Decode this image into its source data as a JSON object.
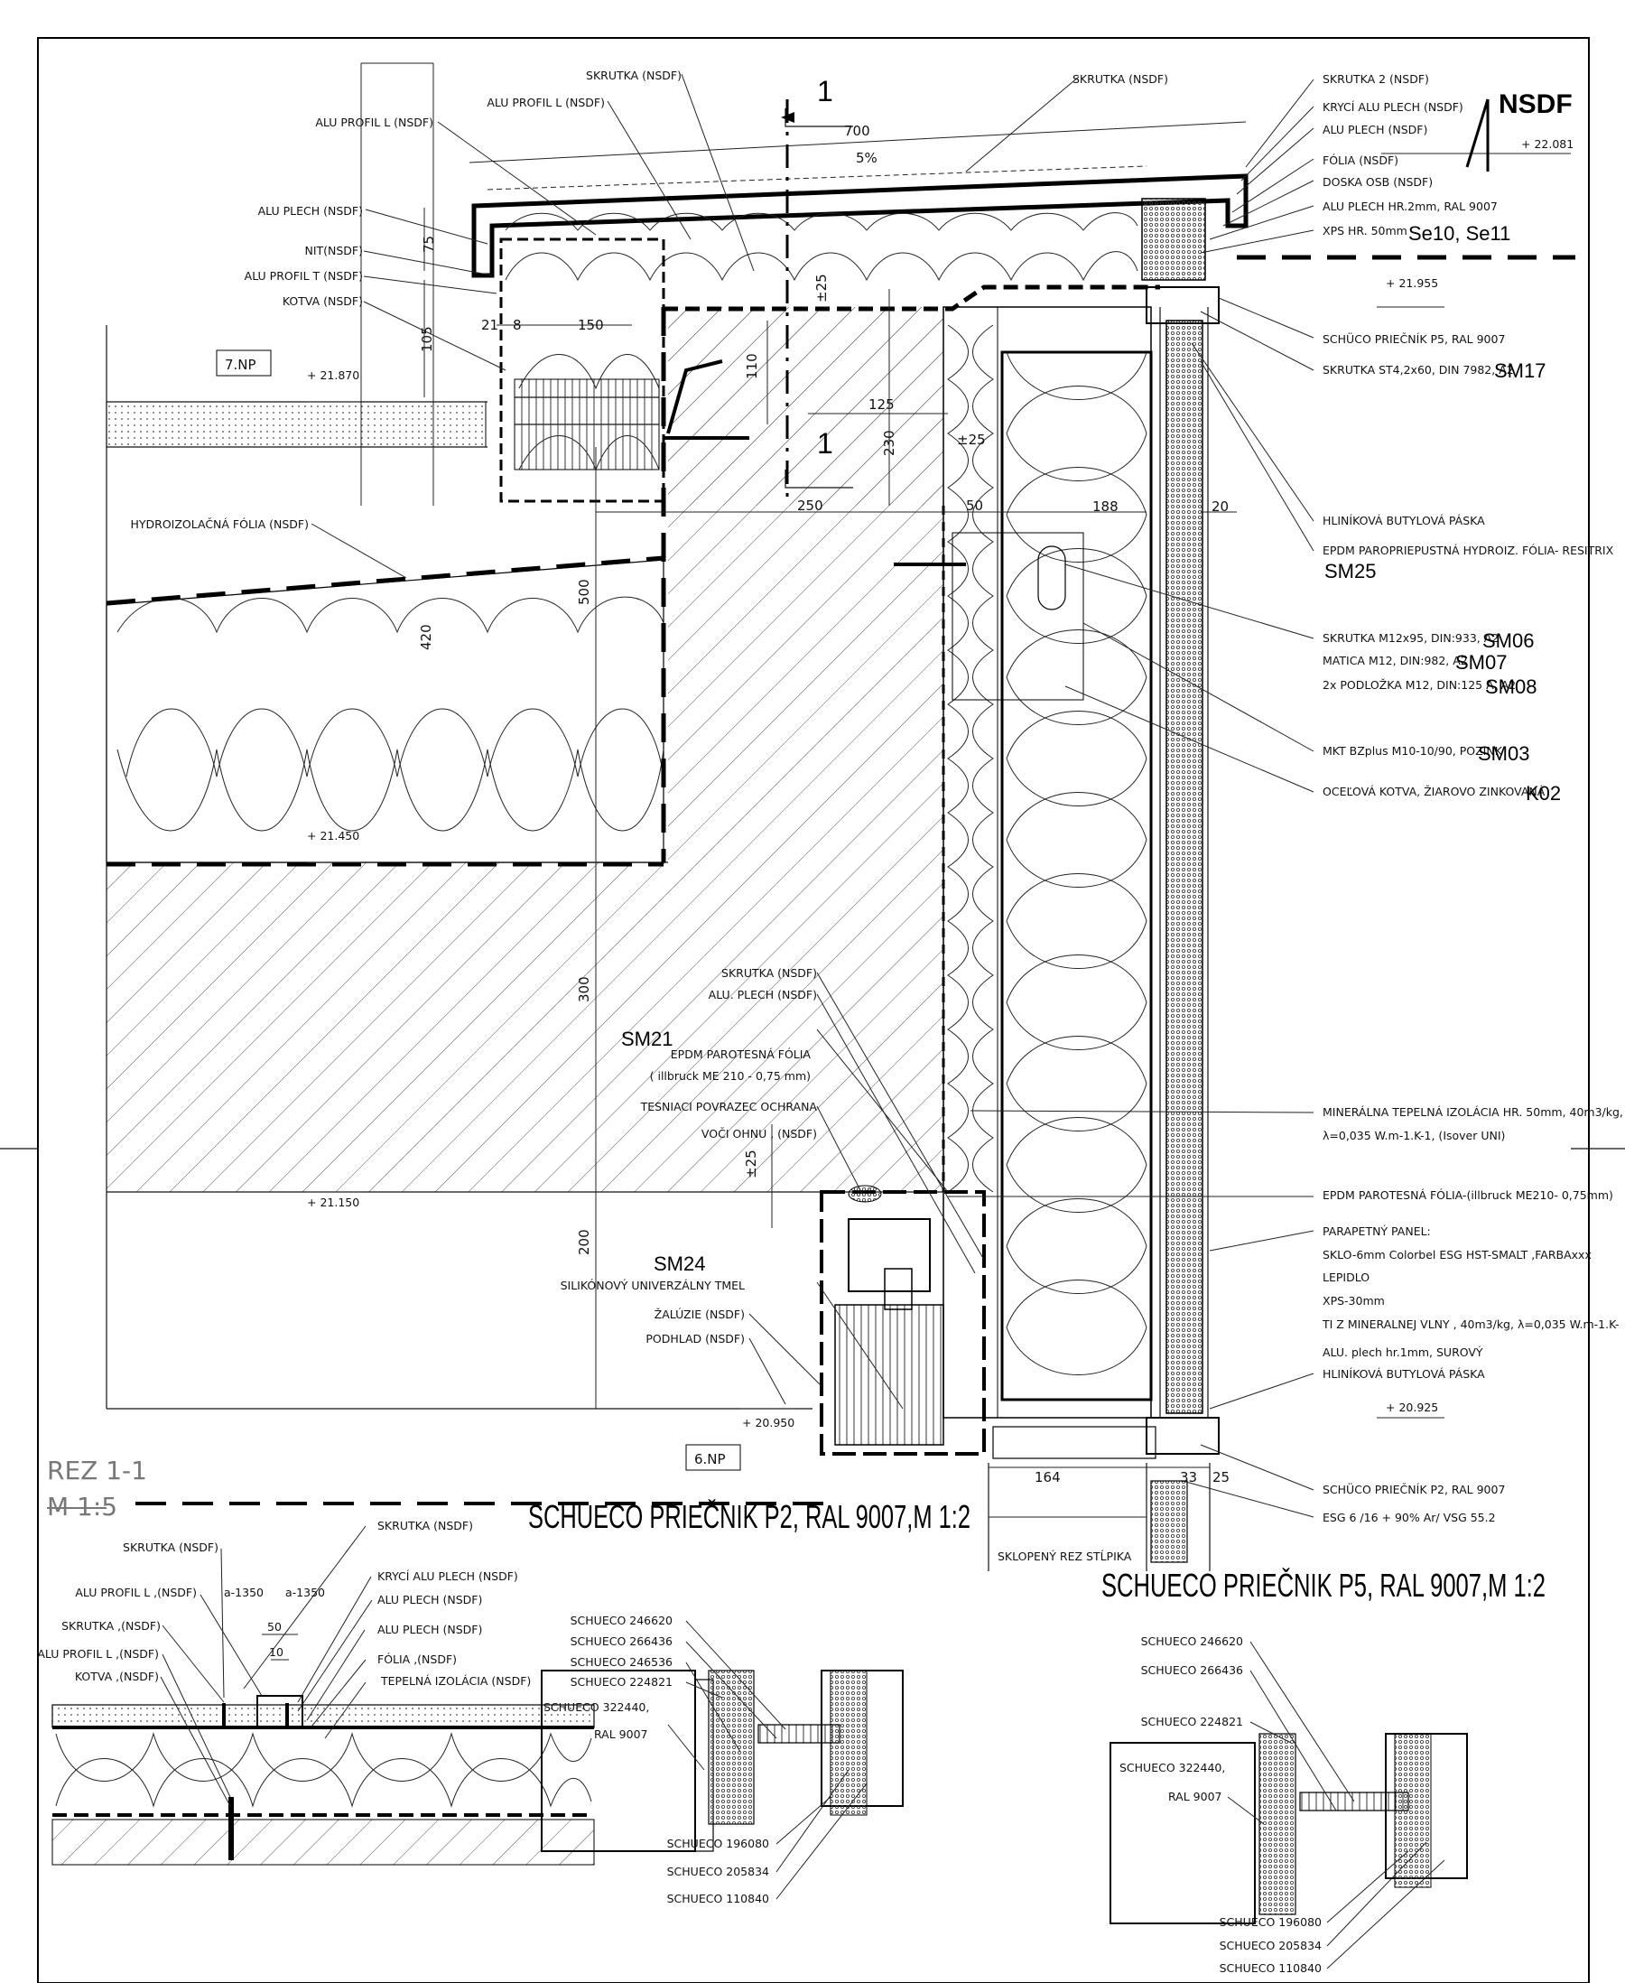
{
  "header": {
    "nsdf_mark": "NSDF",
    "roof_level": "+ 22.081",
    "section_marker": "1",
    "se_code": "Se10, Se11"
  },
  "dimensions": {
    "d700": "700",
    "slope": "5%",
    "d75": "75",
    "d105": "105",
    "d21": "21",
    "d8": "8",
    "d150": "150",
    "d25a": "±25",
    "d110": "110",
    "d125": "125",
    "d230": "230",
    "d25b": "±25",
    "d250": "250",
    "d50": "50",
    "d188": "188",
    "d20": "20",
    "d420": "420",
    "d500": "500",
    "d300": "300",
    "d200": "200",
    "d25c": "±25",
    "d164": "164",
    "d33": "33",
    "d25d": "25"
  },
  "levels": {
    "l21955": "+ 21.955",
    "l21870": "+ 21.870",
    "l21450": "+ 21.450",
    "l21150": "+ 21.150",
    "l20950": "+ 20.950",
    "l20925": "+ 20.925"
  },
  "floors": {
    "f7": "7.NP",
    "f6": "6.NP"
  },
  "labels_left": [
    "ALU PROFIL L (NSDF)",
    "ALU PLECH (NSDF)",
    "NIT(NSDF)",
    "ALU PROFIL T (NSDF)",
    "KOTVA (NSDF)",
    "HYDROIZOLAČNÁ FÓLIA (NSDF)"
  ],
  "labels_top": [
    "SKRUTKA (NSDF)",
    "ALU PROFIL L (NSDF)",
    "SKRUTKA (NSDF)"
  ],
  "labels_right": [
    "SKRUTKA 2 (NSDF)",
    "KRYCÍ ALU PLECH (NSDF)",
    "ALU PLECH (NSDF)",
    "FÓLIA (NSDF)",
    "DOSKA OSB (NSDF)",
    "ALU PLECH HR.2mm, RAL 9007",
    "XPS HR. 50mm",
    "SCHÜCO PRIEČNÍK P5, RAL 9007",
    "SKRUTKA ST4,2x60, DIN 7982, A2",
    "HLINÍKOVÁ BUTYLOVÁ PÁSKA",
    "EPDM PAROPRIEPUSTNÁ HYDROIZ. FÓLIA- RESITRIX",
    "SKRUTKA M12x95, DIN:933, A2",
    "MATICA M12, DIN:982, A2",
    "2x PODLOŽKA M12, DIN:125 A, A2",
    "MKT BZplus M10-10/90, POZINK",
    "OCEĽOVÁ KOTVA, ŽIAROVO ZINKOVANÁ",
    "MINERÁLNA TEPELNÁ IZOLÁCIA HR. 50mm, 40m3/kg,",
    "λ=0,035 W.m-1.K-1, (Isover UNI)",
    "EPDM PAROTESNÁ FÓLIA-(illbruck ME210- 0,75mm)",
    "PARAPETNÝ PANEL:",
    "SKLO-6mm Colorbel ESG HST-SMALT ,FARBAxxx",
    "LEPIDLO",
    "XPS-30mm",
    "TI Z MINERALNEJ VLNY , 40m3/kg, λ=0,035 W.m-1.K-",
    "ALU. plech hr.1mm, SUROVÝ",
    "HLINÍKOVÁ BUTYLOVÁ PÁSKA",
    "SCHÜCO PRIEČNÍK P2, RAL 9007",
    "ESG 6 /16 + 90% Ar/ VSG 55.2"
  ],
  "codes_right": {
    "sm17": "SM17",
    "sm25": "SM25",
    "sm06": "SM06",
    "sm07": "SM07",
    "sm08": "SM08",
    "sm03": "SM03",
    "k02": "K02"
  },
  "labels_mid": [
    "SKRUTKA (NSDF)",
    "ALU. PLECH (NSDF)",
    "EPDM PAROTESNÁ FÓLIA",
    "( illbruck ME 210 - 0,75 mm)",
    "TESNIACI POVRAZEC OCHRANA",
    "VOČI OHNU , (NSDF)",
    "SILIKÓNOVÝ UNIVERZÁLNY TMEL",
    "ŽALÚZIE (NSDF)",
    "PODHLAD (NSDF)",
    "SKLOPENÝ REZ STĹPIKA"
  ],
  "codes_mid": {
    "sm21": "SM21",
    "sm24": "SM24"
  },
  "section": {
    "name": "REZ 1-1",
    "scale": "M 1:5"
  },
  "titles": {
    "p2": "SCHUECO PRIEČNIK P2, RAL 9007,M 1:2",
    "p5": "SCHUECO PRIEČNIK P5, RAL 9007,M 1:2"
  },
  "section_labels": [
    "SKRUTKA (NSDF)",
    "SKRUTKA (NSDF)",
    "ALU PROFIL L ,(NSDF)",
    "a-1350",
    "a-1350",
    "KRYCÍ ALU PLECH (NSDF)",
    "ALU PLECH (NSDF)",
    "SKRUTKA ,(NSDF)",
    "50",
    "ALU PLECH (NSDF)",
    "ALU PROFIL L ,(NSDF)",
    "10",
    "FÓLIA ,(NSDF)",
    "KOTVA ,(NSDF)",
    "TEPELNÁ IZOLÁCIA (NSDF)"
  ],
  "p2_labels": [
    "SCHUECO 246620",
    "SCHUECO 266436",
    "SCHUECO 246536",
    "SCHUECO 224821",
    "SCHUECO 322440,",
    "RAL 9007",
    "SCHUECO 196080",
    "SCHUECO 205834",
    "SCHUECO 110840"
  ],
  "p5_labels": [
    "SCHUECO 246620",
    "SCHUECO 266436",
    "SCHUECO 224821",
    "SCHUECO 322440,",
    "RAL 9007",
    "SCHUECO 196080",
    "SCHUECO 205834",
    "SCHUECO 110840"
  ]
}
